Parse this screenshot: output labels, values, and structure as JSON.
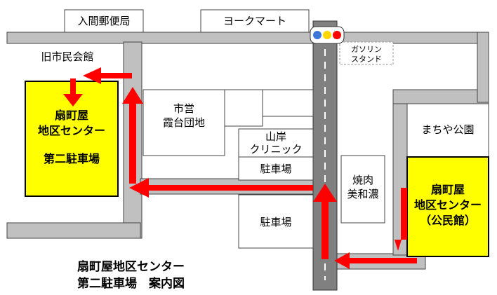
{
  "labels": {
    "post_office": "入間郵便局",
    "yorku_mart": "ヨークマート",
    "old_civic_hall": "旧市民会館",
    "gas_station_line1": "ガソリン",
    "gas_station_line2": "スタンド",
    "municipal_line1": "市営",
    "municipal_line2": "霞台団地",
    "yamagishi_line1": "山岸",
    "yamagishi_line2": "クリニック",
    "parking_small": "駐車場",
    "parking_large": "駐車場",
    "yakiniku_line1": "焼肉",
    "yakiniku_line2": "美和濃",
    "machiya_park": "まちや公園",
    "second_lot_line1": "扇町屋",
    "second_lot_line2": "地区センター",
    "second_lot_line3": "第二駐車場",
    "center_line1": "扇町屋",
    "center_line2": "地区センター",
    "center_line3": "（公民館）"
  },
  "caption": {
    "line1": "扇町屋地区センター",
    "line2": "第二駐車場　案内図"
  },
  "colors": {
    "road": "#c0c0c0",
    "main_road": "#808080",
    "highlight": "#ffff00",
    "arrow": "#ff0000",
    "signal_blue": "#3c78d8",
    "signal_yellow": "#ffd700",
    "signal_red": "#ff0000"
  },
  "icons": {
    "traffic_signal": "traffic-signal-icon",
    "route_arrow": "route-arrow-icon"
  }
}
